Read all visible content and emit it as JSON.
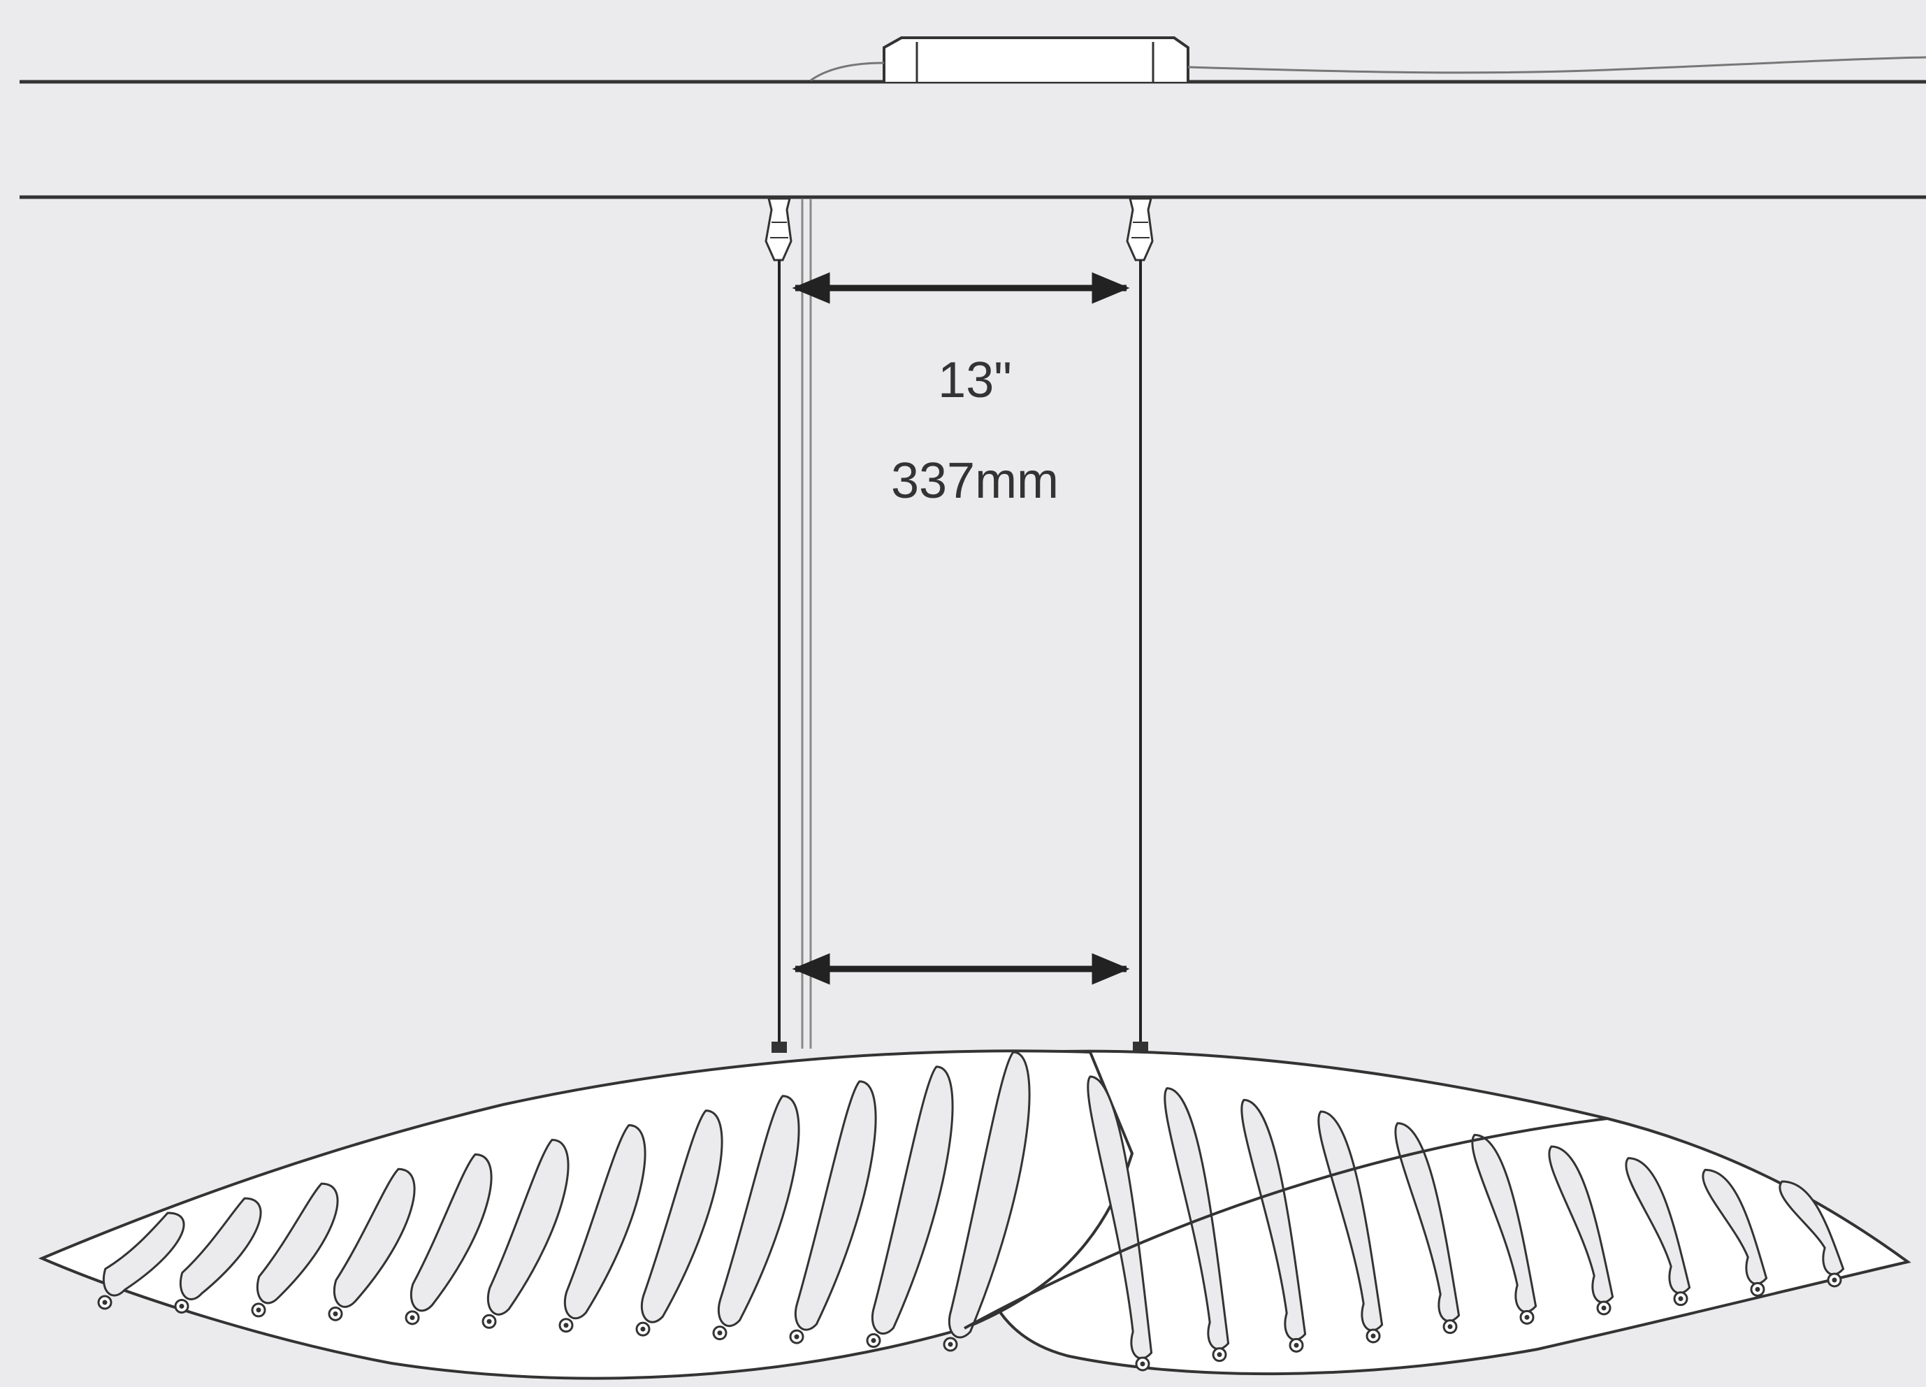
{
  "dimension": {
    "imperial": "13\"",
    "metric": "337mm"
  },
  "colors": {
    "background": "#ebebed",
    "line": "#333333",
    "fill": "#ffffff"
  },
  "icons": {
    "arrow": "double-headed-arrow",
    "ceiling_hook": "ceiling-cable-gripper-icon",
    "driver": "led-driver-box"
  }
}
